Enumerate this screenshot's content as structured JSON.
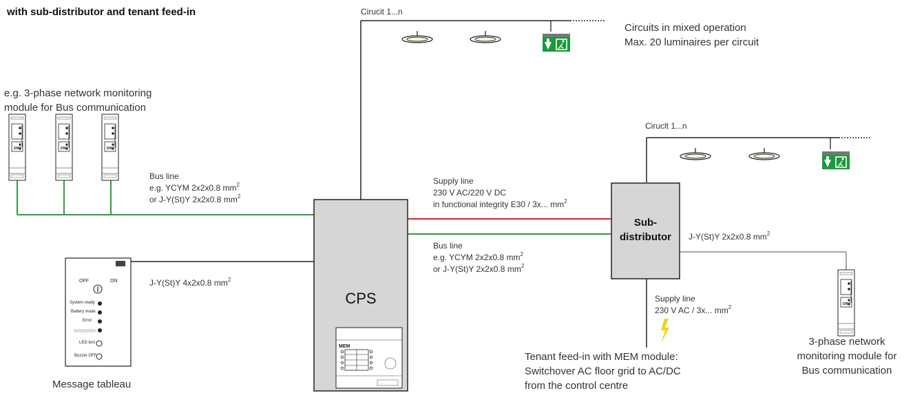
{
  "title": "with sub-distributor and tenant feed-in",
  "circuits_main": {
    "label": "Cirucit 1...n"
  },
  "circuits_note": {
    "line1": "Circuits in mixed operation",
    "line2": "Max. 20 luminaires per circuit"
  },
  "monitor_group": {
    "line1": "e.g. 3-phase network monitoring",
    "line2": "module for Bus communication"
  },
  "bus_left": {
    "line1": "Bus line",
    "line2": "e.g. YCYM 2x2x0.8 mm",
    "line3": "or J-Y(St)Y 2x2x0.8 mm",
    "sup": "2"
  },
  "supply_center": {
    "line1": "Supply line",
    "line2": "230 V AC/220 V DC",
    "line3": "in functional integrity E30 / 3x... mm",
    "sup": "2"
  },
  "bus_center": {
    "line1": "Bus line",
    "line2": "e.g. YCYM 2x2x0.8 mm",
    "line3": "or J-Y(St)Y 2x2x0.8 mm",
    "sup": "2"
  },
  "cps": {
    "label": "CPS",
    "mem_label": "MEM"
  },
  "tableau_cable": {
    "label": "J-Y(St)Y 4x2x0.8 mm",
    "sup": "2"
  },
  "tableau": {
    "caption": "Message tableau",
    "off": "OFF",
    "on": "ON",
    "indicators": [
      "System ready",
      "Battery mode",
      "Error"
    ],
    "led_test": "LED test",
    "buzzer_off": "Buzzer OFF"
  },
  "subdist": {
    "line1": "Sub-",
    "line2": "distributor",
    "cable": "J-Y(St)Y 2x2x0.8 mm",
    "sup": "2"
  },
  "circuits_sub": {
    "label": "Ciruclt 1...n"
  },
  "supply_sub": {
    "line1": "Supply line",
    "line2": "230 V AC / 3x... mm",
    "sup": "2"
  },
  "tenant_feed": {
    "line1": "Tenant feed-in with MEM module:",
    "line2": "Switchover AC floor grid to AC/DC",
    "line3": "from the control centre"
  },
  "monitor_right": {
    "line1": "3-phase network",
    "line2": "monitoring module for",
    "line3": "Bus communication"
  },
  "module_label": "DNÜ",
  "colors": {
    "bus": "#2e9c3f",
    "supply": "#e0202a",
    "device": "#d6d6d6",
    "exit_sign": "#1a9a3a",
    "lightning": "#f3d21c",
    "line": "#222222",
    "grey_line": "#888888"
  },
  "icons": [
    "ceiling-luminaire-icon",
    "exit-sign-icon",
    "lightning-icon",
    "power-switch-icon"
  ]
}
